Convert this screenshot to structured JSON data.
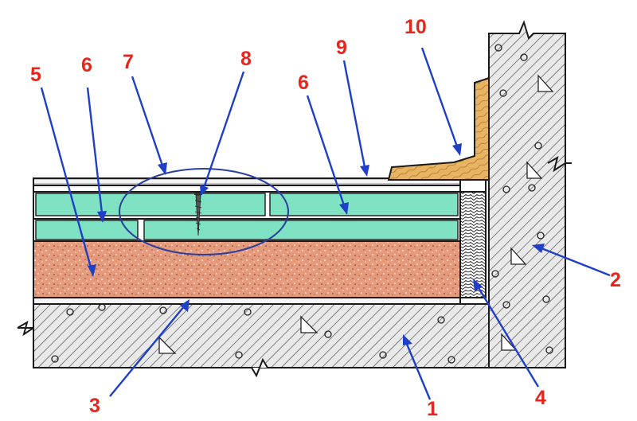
{
  "diagram": {
    "callouts": [
      {
        "id": "1",
        "label": "1"
      },
      {
        "id": "2",
        "label": "2"
      },
      {
        "id": "3",
        "label": "3"
      },
      {
        "id": "4",
        "label": "4"
      },
      {
        "id": "5",
        "label": "5"
      },
      {
        "id": "6a",
        "label": "6"
      },
      {
        "id": "6b",
        "label": "6"
      },
      {
        "id": "7",
        "label": "7"
      },
      {
        "id": "8",
        "label": "8"
      },
      {
        "id": "9",
        "label": "9"
      },
      {
        "id": "10",
        "label": "10"
      }
    ],
    "colors": {
      "callout_text": "#e8241c",
      "leader_line": "#1f3fc8",
      "concrete": "#e9e9e9",
      "hatch": "#4a4a4a",
      "board": "#7fe3c3",
      "expanded_clay": "#e59a7c",
      "skirting_wood": "#e8b464",
      "ellipse": "#2a3f9e"
    }
  }
}
